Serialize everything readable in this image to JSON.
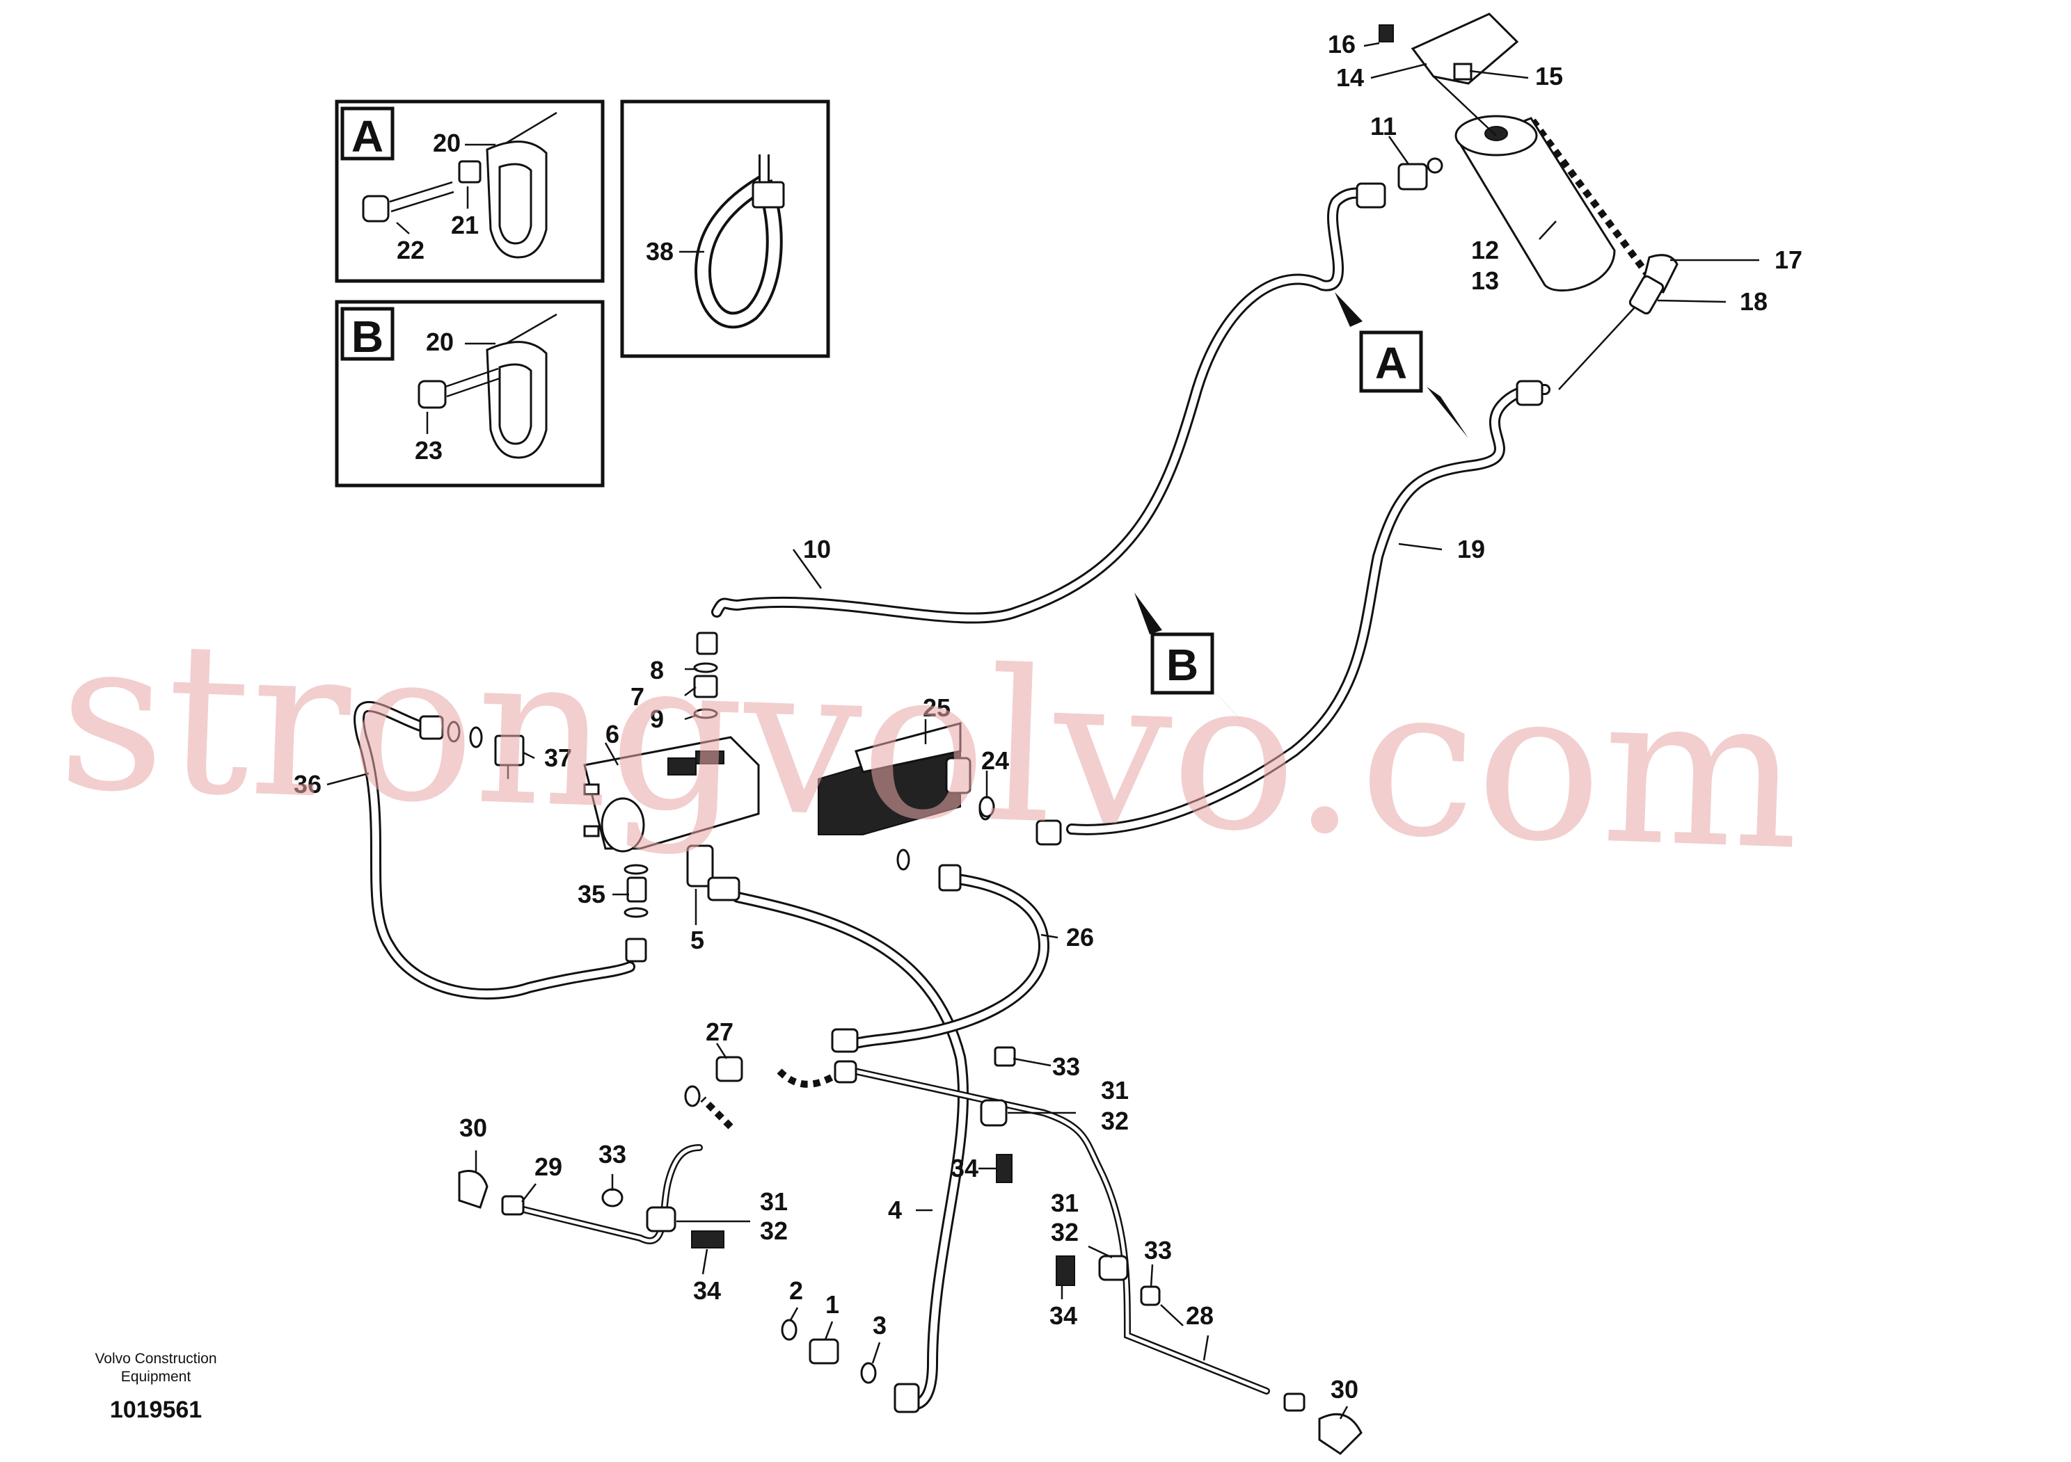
{
  "watermark": "strongvolvo.com",
  "footer": {
    "publisher_line1": "Volvo Construction",
    "publisher_line2": "Equipment",
    "drawing_number": "1019561"
  },
  "inset_boxes": {
    "a": {
      "letter": "A",
      "labels": [
        "20",
        "21",
        "22"
      ]
    },
    "b": {
      "letter": "B",
      "labels": [
        "20",
        "23"
      ]
    },
    "tie": {
      "labels": [
        "38"
      ]
    }
  },
  "detail_markers": {
    "a": "A",
    "b": "B"
  },
  "part_labels": [
    "1",
    "2",
    "3",
    "4",
    "5",
    "6",
    "7",
    "8",
    "9",
    "10",
    "11",
    "12",
    "13",
    "14",
    "15",
    "16",
    "17",
    "18",
    "19",
    "24",
    "25",
    "26",
    "27",
    "28",
    "29",
    "30",
    "30",
    "31",
    "31",
    "31",
    "32",
    "32",
    "32",
    "33",
    "33",
    "33",
    "34",
    "34",
    "34",
    "35",
    "36",
    "37"
  ],
  "labels": {
    "l1": "1",
    "l2": "2",
    "l3": "3",
    "l4": "4",
    "l5": "5",
    "l6": "6",
    "l7": "7",
    "l8": "8",
    "l9": "9",
    "l10": "10",
    "l11": "11",
    "l12": "12",
    "l13": "13",
    "l14": "14",
    "l15": "15",
    "l16": "16",
    "l17": "17",
    "l18": "18",
    "l19": "19",
    "l24": "24",
    "l25": "25",
    "l26": "26",
    "l27": "27",
    "l28": "28",
    "l29": "29",
    "l30a": "30",
    "l30b": "30",
    "l31a": "31",
    "l31b": "31",
    "l31c": "31",
    "l32a": "32",
    "l32b": "32",
    "l32c": "32",
    "l33a": "33",
    "l33b": "33",
    "l33c": "33",
    "l34a": "34",
    "l34b": "34",
    "l34c": "34",
    "l35": "35",
    "l36": "36",
    "l37": "37"
  }
}
